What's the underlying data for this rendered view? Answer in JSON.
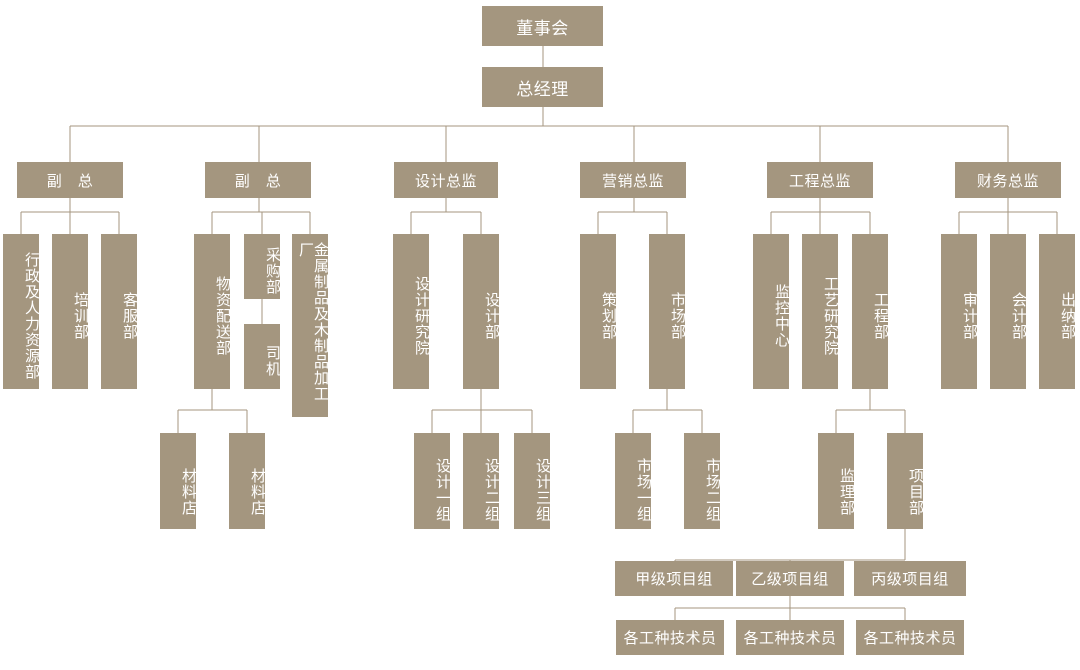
{
  "chart": {
    "board": "董事会",
    "gm": "总经理",
    "vp1": "副　总",
    "vp2": "副　总",
    "design_director": "设计总监",
    "marketing_director": "营销总监",
    "engineering_director": "工程总监",
    "finance_director": "财务总监",
    "admin_hr": "行政及人力资源部",
    "training": "培训部",
    "customer_service": "客服部",
    "materials_delivery": "物资配送部",
    "purchasing": "采购部",
    "driver": "司机",
    "metal_wood": "金属制品及木制品加工厂",
    "store1": "材料店",
    "store2": "材料店",
    "design_institute": "设计研究院",
    "design_dept": "设计部",
    "design_g1": "设计一组",
    "design_g2": "设计二组",
    "design_g3": "设计三组",
    "planning": "策划部",
    "market_dept": "市场部",
    "market_g1": "市场一组",
    "market_g2": "市场二组",
    "monitoring_center": "监控中心",
    "process_institute": "工艺研究院",
    "engineering_dept": "工程部",
    "supervision": "监理部",
    "project_dept": "项目部",
    "project_a": "甲级项目组",
    "project_b": "乙级项目组",
    "project_c": "丙级项目组",
    "tech1": "各工种技术员",
    "tech2": "各工种技术员",
    "tech3": "各工种技术员",
    "audit": "审计部",
    "accounting": "会计部",
    "cashier": "出纳部"
  }
}
